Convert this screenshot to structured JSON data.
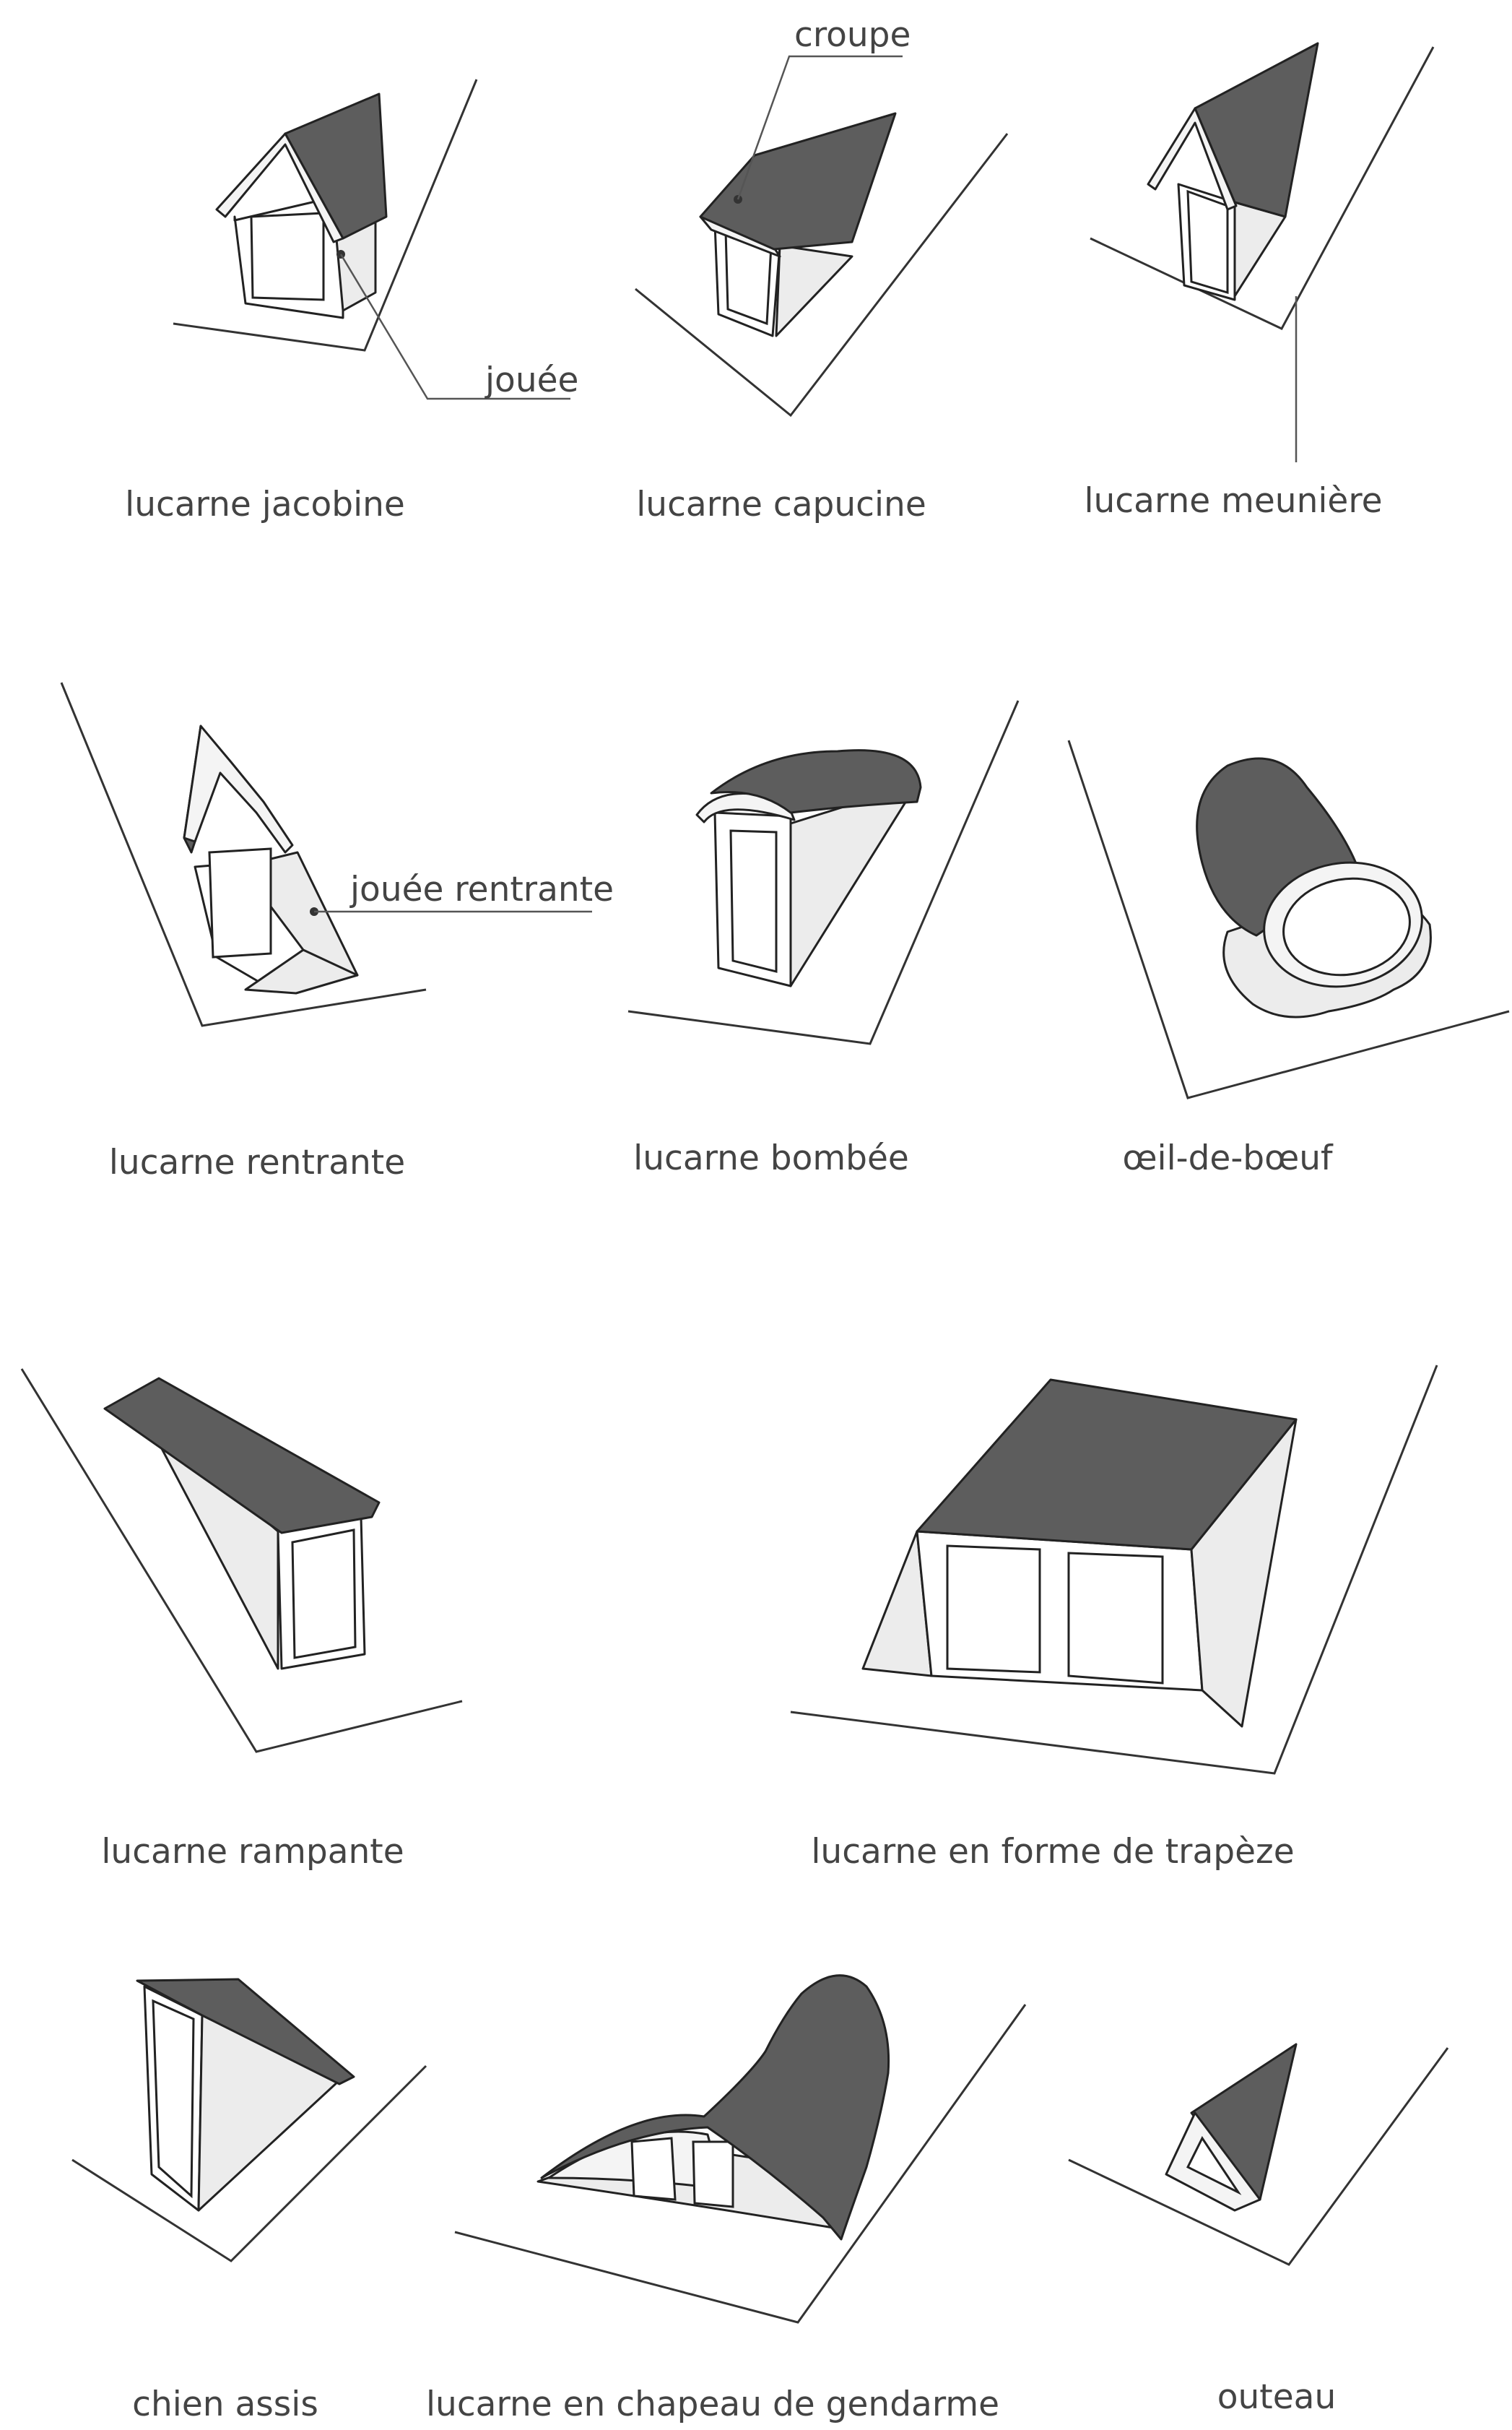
{
  "captions": {
    "jacobine": "lucarne jacobine",
    "capucine": "lucarne capucine",
    "meuniere": "lucarne meunière",
    "rentrante": "lucarne rentrante",
    "bombee": "lucarne bombée",
    "oeil": "œil-de-bœuf",
    "rampante": "lucarne rampante",
    "trapeze": "lucarne en forme de trapèze",
    "chien": "chien assis",
    "gendarme": "lucarne en chapeau de gendarme",
    "outeau": "outeau"
  },
  "callouts": {
    "croupe": "croupe",
    "jouee": "jouée",
    "jouee_rentrante": "jouée rentrante"
  }
}
